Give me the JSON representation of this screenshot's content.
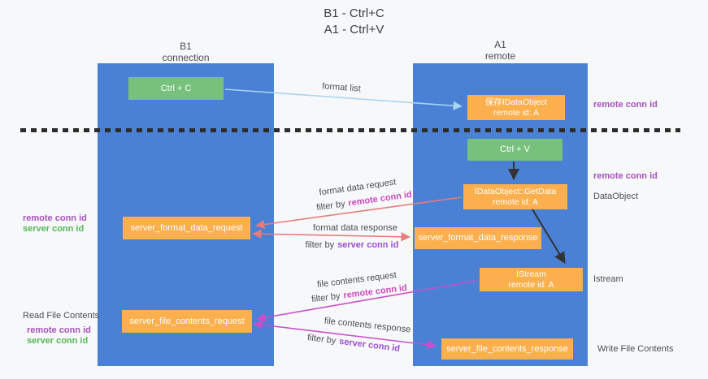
{
  "title": {
    "line1": "B1 - Ctrl+C",
    "line2": "A1 - Ctrl+V"
  },
  "lifelines": {
    "left": {
      "name": "B1",
      "role": "connection"
    },
    "right": {
      "name": "A1",
      "role": "remote"
    }
  },
  "nodes": {
    "ctrl_c": {
      "label": "Ctrl + C"
    },
    "ctrl_v": {
      "label": "Ctrl + V"
    },
    "save_dataobject": {
      "line1": "保存IDataObject",
      "line2": "remote id: A"
    },
    "getdata": {
      "line1": "IDataObject::GetData",
      "line2": "remote id: A"
    },
    "istream": {
      "line1": "IStream",
      "line2": "remote id: A"
    },
    "format_request": {
      "label": "server_format_data_request"
    },
    "format_response": {
      "label": "server_format_data_response"
    },
    "file_request": {
      "label": "server_file_contents_request"
    },
    "file_response": {
      "label": "server_file_contents_response"
    }
  },
  "flows": {
    "format_list": {
      "label": "format list"
    },
    "format_request": {
      "label": "format data request",
      "filter_prefix": "filter by",
      "filter_key": "remote conn id"
    },
    "format_response": {
      "label": "format data response",
      "filter_prefix": "filter by",
      "filter_key": "server conn id"
    },
    "file_request": {
      "label": "file contents request",
      "filter_prefix": "filter by",
      "filter_key": "remote conn id"
    },
    "file_response": {
      "label": "file contents response",
      "filter_prefix": "filter by",
      "filter_key": "server conn id"
    }
  },
  "annotations": {
    "right_remote_1": "remote conn id",
    "right_remote_2": "remote conn id",
    "right_dataobject": "DataObject",
    "right_istream": "Istream",
    "right_write": "Write File Contents",
    "left_remote_1": "remote conn id",
    "left_server_1": "server conn id",
    "left_read": "Read File Contents",
    "left_remote_2": "remote conn id",
    "left_server_2": "server conn id"
  },
  "colors": {
    "lifeline_blue": "#4a81d4",
    "box_orange": "#fbaf4d",
    "box_green": "#77c17c",
    "arrow_light_blue": "#a9d3f3",
    "arrow_salmon": "#e87c7c",
    "arrow_magenta": "#c94fc9",
    "arrow_black": "#333333",
    "label_purple": "#a951c1",
    "label_green": "#53b858",
    "label_magenta": "#cb4bc0",
    "label_violet": "#9b4fd0"
  }
}
